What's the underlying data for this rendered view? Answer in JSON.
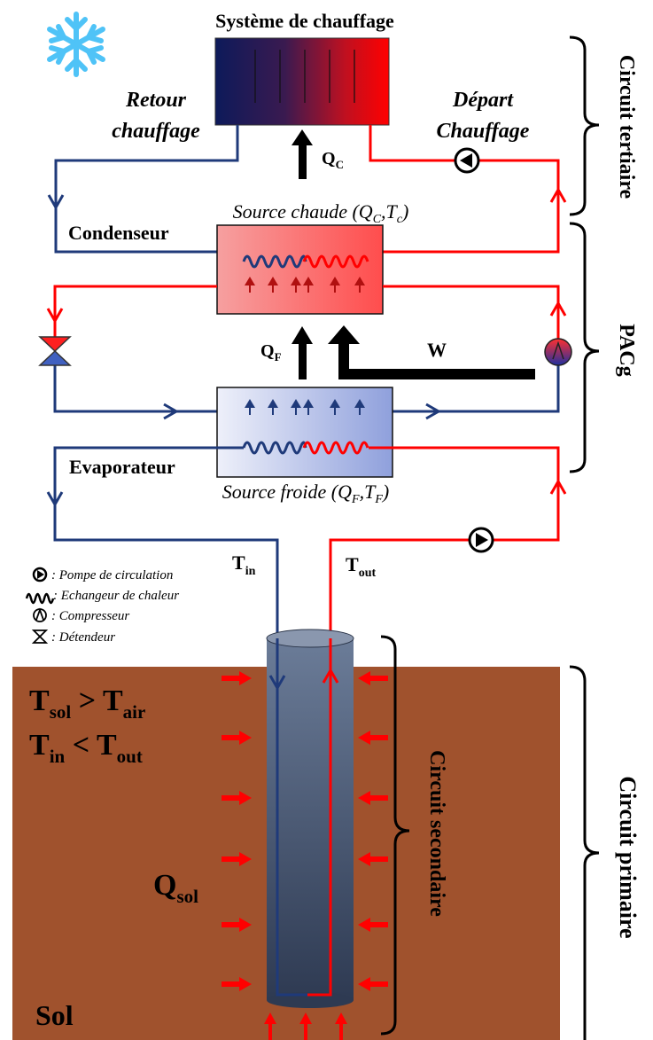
{
  "heating_system": {
    "title": "Système de chauffage",
    "return_label_1": "Retour",
    "return_label_2": "chauffage",
    "departure_label_1": "Départ",
    "departure_label_2": "Chauffage",
    "qc_main": "Q",
    "qc_sub": "C"
  },
  "condenser": {
    "label": "Condenseur",
    "source_main": "Source chaude (Q",
    "source_sub": "C",
    "source_mid": ",T",
    "source_sub2": "c",
    "source_end": ")"
  },
  "heat_pump": {
    "qf_main": "Q",
    "qf_sub": "F",
    "work_label": "W"
  },
  "evaporator": {
    "label": "Evaporateur",
    "source_main": "Source froide (Q",
    "source_sub": "F",
    "source_mid": ",T",
    "source_sub2": "F",
    "source_end": ")"
  },
  "probe": {
    "tin_main": "T",
    "tin_sub": "in",
    "tout_main": "T",
    "tout_sub": "out"
  },
  "legend": {
    "pump": ": Pompe de circulation",
    "exchanger": ": Echangeur de chaleur",
    "compressor": ": Compresseur",
    "expansion": ": Détendeur"
  },
  "ground": {
    "relation1_a": "T",
    "relation1_a_sub": "sol",
    "relation1_op": " > T",
    "relation1_b_sub": "air",
    "relation2_a": "T",
    "relation2_a_sub": "in",
    "relation2_op": " < T",
    "relation2_b_sub": "out",
    "qsol_main": "Q",
    "qsol_sub": "sol",
    "sol_label": "Sol"
  },
  "circuits": {
    "tertiary": "Circuit tertiaire",
    "pacg": "PACg",
    "secondary": "Circuit secondaire",
    "primary": "Circuit primaire"
  },
  "colors": {
    "hot": "#ff0000",
    "cold": "#1f3a7a",
    "soil": "#a0522d",
    "snowflake": "#4fc3f7"
  }
}
